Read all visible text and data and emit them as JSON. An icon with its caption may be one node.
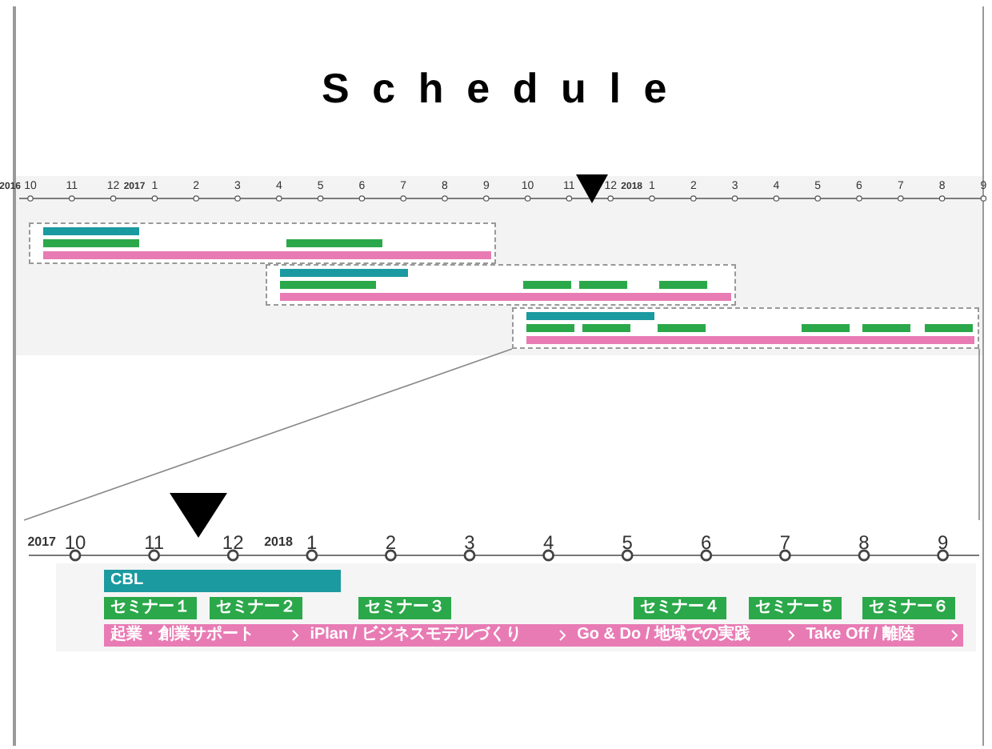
{
  "diagram": {
    "title": "Schedule",
    "nodes": [
      {
        "text": [],
        "shape": "box"
      },
      {
        "text": [],
        "shape": "box"
      },
      {
        "text": [],
        "shape": "box"
      },
      {
        "text": [],
        "shape": "box"
      },
      {
        "text": [
          "CBL"
        ],
        "in": 3
      },
      {
        "text": [
          "セミナー１"
        ],
        "in": 3
      },
      {
        "text": [
          "セミナー２"
        ],
        "in": 3
      },
      {
        "text": [
          "セミナー３"
        ],
        "in": 3
      },
      {
        "text": [
          "セミナー４"
        ],
        "in": 3
      },
      {
        "text": [
          "セミナー５"
        ],
        "in": 3
      },
      {
        "text": [
          "セミナー６"
        ],
        "in": 3
      },
      {
        "text": [
          "起業・創業サポート",
          "iPlan / ビジネスモデルづくり",
          "Go & Do / 地域での実践",
          "Take Off / 離陸"
        ],
        "in": 3
      }
    ],
    "edges": [
      {
        "from": 2,
        "to": 3,
        "arrow": "none"
      },
      {
        "from": 2,
        "to": 3,
        "arrow": "none"
      }
    ],
    "labels": [
      "2016",
      "10",
      "11",
      "12",
      "2017",
      "1",
      "2",
      "3",
      "4",
      "5",
      "6",
      "7",
      "8",
      "9",
      "10",
      "11",
      "12",
      "2018",
      "1",
      "2",
      "3",
      "4",
      "5",
      "6",
      "7",
      "8",
      "9",
      "2017",
      "10",
      "11",
      "12",
      "2018",
      "1",
      "2",
      "3",
      "4",
      "5",
      "6",
      "7",
      "8",
      "9"
    ]
  }
}
